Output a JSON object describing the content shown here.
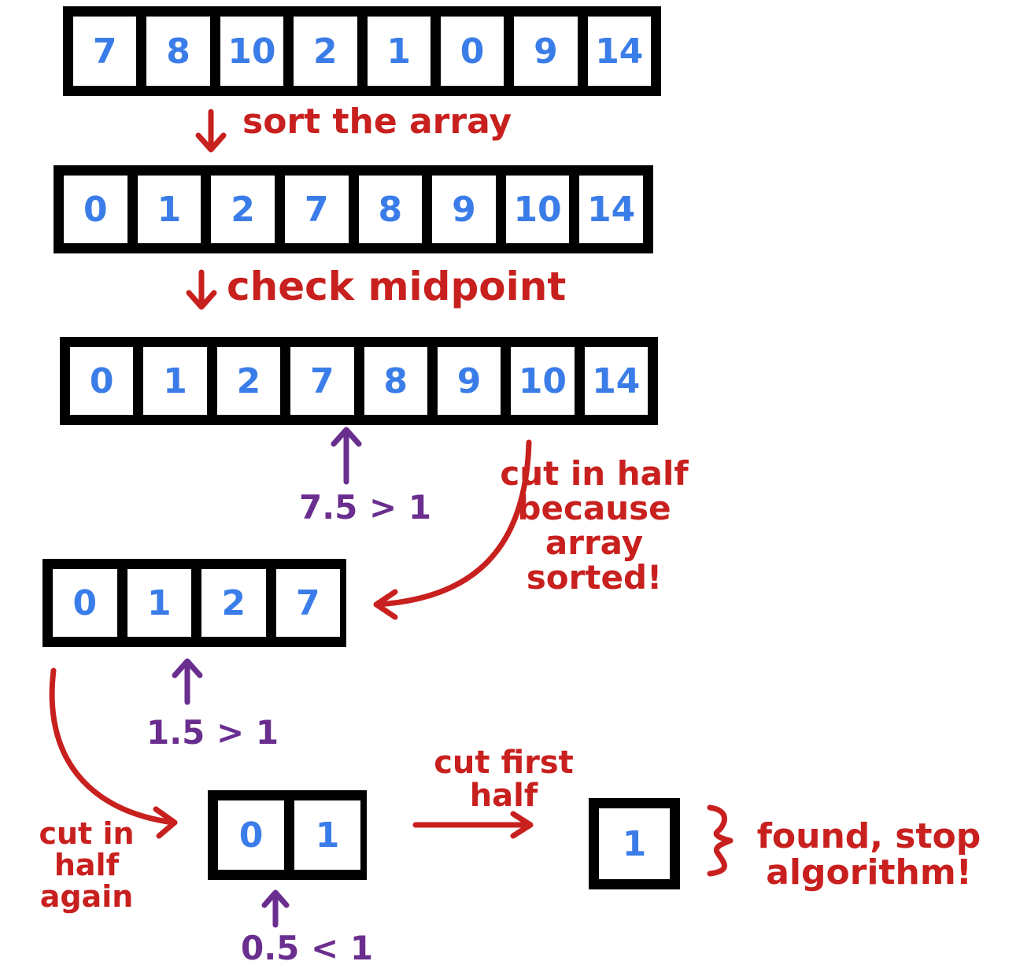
{
  "arrays": {
    "original": [
      "7",
      "8",
      "10",
      "2",
      "1",
      "0",
      "9",
      "14"
    ],
    "sorted": [
      "0",
      "1",
      "2",
      "7",
      "8",
      "9",
      "10",
      "14"
    ],
    "midpoint": [
      "0",
      "1",
      "2",
      "7",
      "8",
      "9",
      "10",
      "14"
    ],
    "first_half": [
      "0",
      "1",
      "2",
      "7"
    ],
    "quarter": [
      "0",
      "1"
    ],
    "found": [
      "1"
    ]
  },
  "labels": {
    "sort": "sort the array",
    "check_midpoint": "check midpoint",
    "cut_in_half": "cut in half because array sorted!",
    "cut_in_half_again": "cut in half again",
    "cut_first_half": "cut first half",
    "found": "found, stop algorithm!"
  },
  "comparisons": {
    "first": "7.5 > 1",
    "second": "1.5 > 1",
    "third": "0.5 < 1"
  },
  "colors": {
    "numbers": "#3b7de8",
    "notes": "#c8201e",
    "comparisons": "#6a2e8f",
    "boxes": "#000000"
  }
}
